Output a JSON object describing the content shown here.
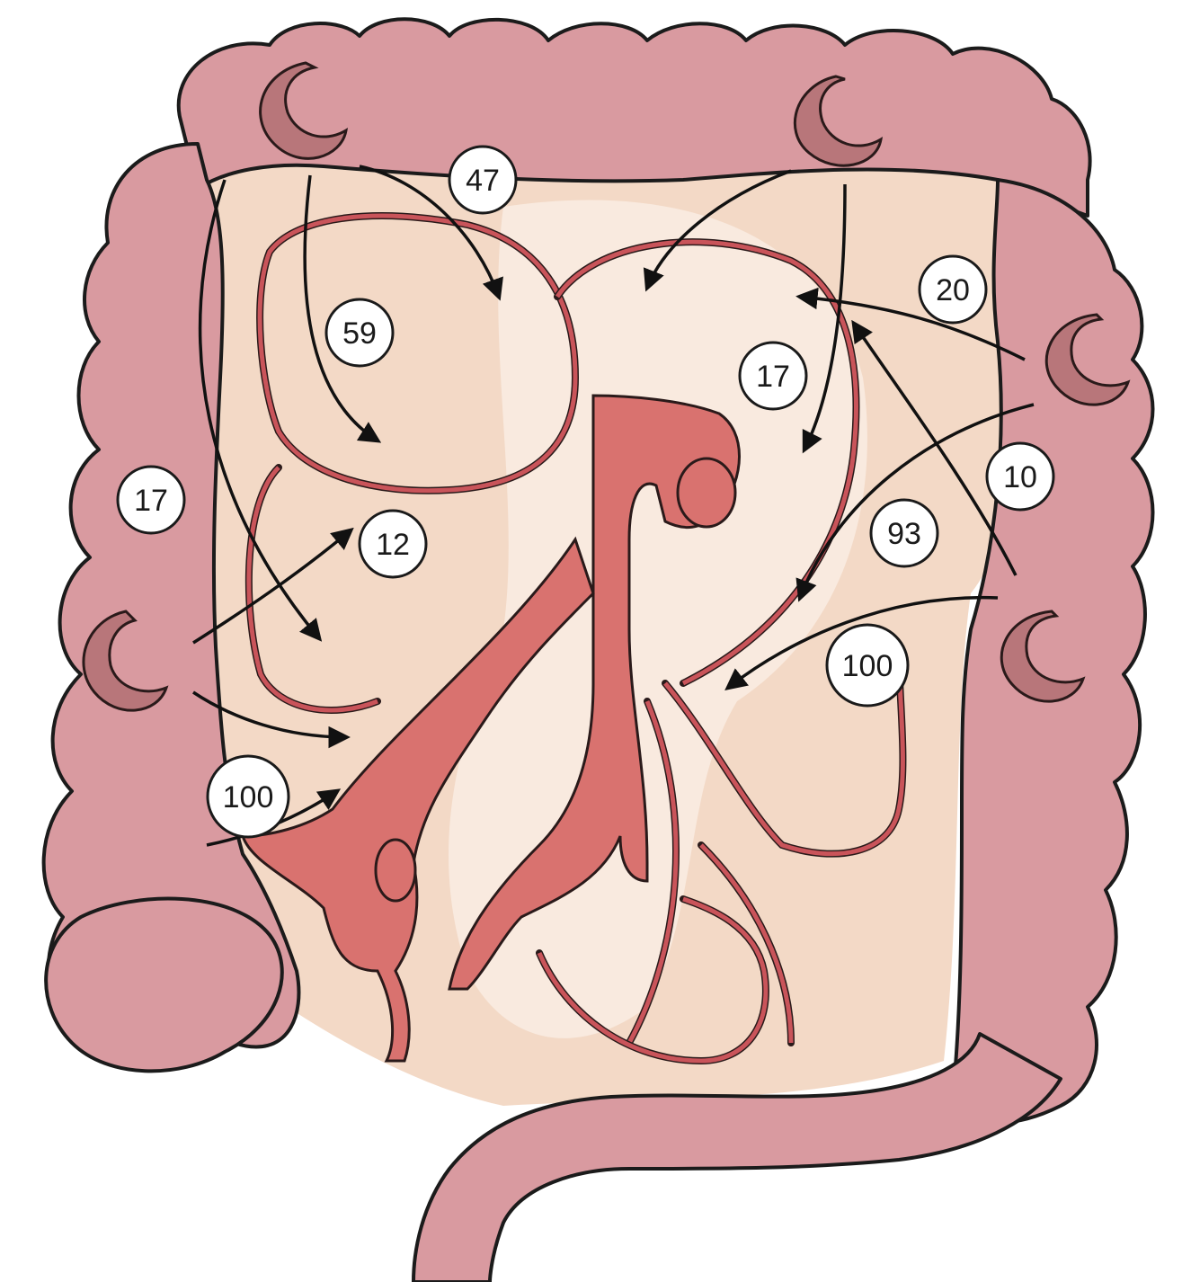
{
  "labels": [
    {
      "id": "label-47",
      "text": "47"
    },
    {
      "id": "label-59",
      "text": "59"
    },
    {
      "id": "label-20",
      "text": "20"
    },
    {
      "id": "label-17-right",
      "text": "17"
    },
    {
      "id": "label-17-left",
      "text": "17"
    },
    {
      "id": "label-12",
      "text": "12"
    },
    {
      "id": "label-10",
      "text": "10"
    },
    {
      "id": "label-93",
      "text": "93"
    },
    {
      "id": "label-100-right",
      "text": "100"
    },
    {
      "id": "label-100-left",
      "text": "100"
    }
  ],
  "colors": {
    "colon": "#d99aa0",
    "mesentery": "#f3d9c6",
    "vessel": "#c9545a",
    "artery": "#d9726f",
    "outline": "#1b1b1b"
  }
}
